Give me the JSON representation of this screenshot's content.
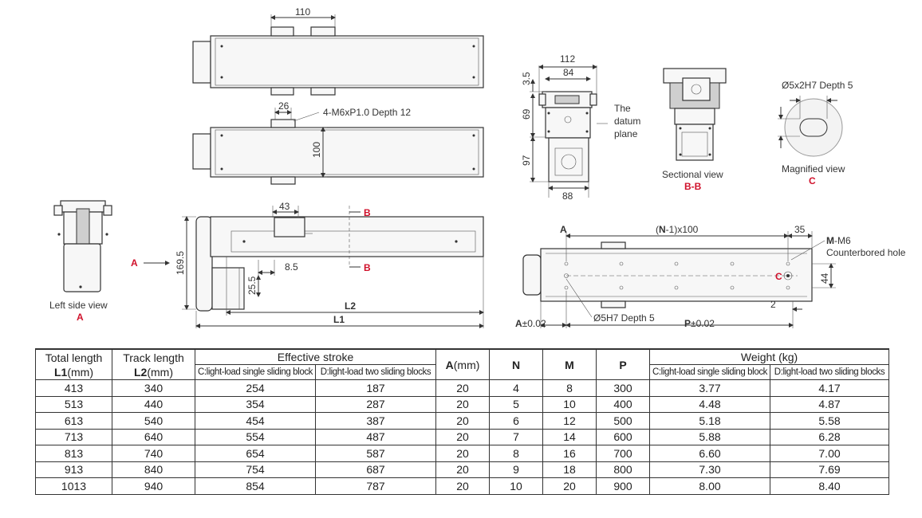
{
  "drawing": {
    "top_view": {
      "dims": {
        "block_width": "110"
      }
    },
    "top_view_2": {
      "dims": {
        "hole_spacing": "26",
        "track_width": "100"
      },
      "note": "4-M6xP1.0 Depth 12"
    },
    "end_view": {
      "dims": {
        "width_top": "112",
        "width_inner": "84",
        "h_top": "3.5",
        "h_mid": "69",
        "h_bottom": "97",
        "width_bottom": "88"
      },
      "datum_note": [
        "The",
        "datum",
        "plane"
      ]
    },
    "sectional_view": {
      "caption": "Sectional view",
      "label": "B-B"
    },
    "magnified_view": {
      "caption": "Magnified view",
      "label": "C",
      "note": "Ø5x2H7 Depth 5"
    },
    "left_side_view": {
      "caption": "Left side view",
      "label": "A"
    },
    "side_view": {
      "dims": {
        "block": "43",
        "height": "169.5",
        "offset": "8.5",
        "base": "25.5"
      },
      "labels": {
        "L2": "L2",
        "L1": "L1",
        "B_top": "B",
        "B_bottom": "B",
        "A_arrow": "A"
      }
    },
    "bottom_view": {
      "dims": {
        "pitch_prefix": "(",
        "pitch_N": "N",
        "pitch_suffix": "-1)x100",
        "edge": "35",
        "width": "44",
        "small": "2",
        "A_tol": "A",
        "A_tol_val": "±0.02",
        "P_tol": "P",
        "P_tol_val": "±0.02"
      },
      "labels": {
        "A": "A",
        "C": "C",
        "M": "M",
        "M_rest": "-M6",
        "counterbore": "Counterbored hole",
        "pin_hole": "Ø5H7 Depth 5"
      }
    }
  },
  "table": {
    "headers": {
      "total_length": "Total length",
      "total_length_sym": "L1",
      "total_length_unit": "(mm)",
      "track_length": "Track length",
      "track_length_sym": "L2",
      "track_length_unit": "(mm)",
      "effective_stroke": "Effective stroke",
      "stroke_c": "C:light-load single sliding block",
      "stroke_d": "D:light-load two sliding blocks",
      "a": "A",
      "a_unit": "(mm)",
      "n": "N",
      "m": "M",
      "p": "P",
      "weight": "Weight (kg)",
      "weight_c": "C:light-load single sliding block",
      "weight_d": "D:light-load two sliding blocks"
    },
    "rows": [
      [
        "413",
        "340",
        "254",
        "187",
        "20",
        "4",
        "8",
        "300",
        "3.77",
        "4.17"
      ],
      [
        "513",
        "440",
        "354",
        "287",
        "20",
        "5",
        "10",
        "400",
        "4.48",
        "4.87"
      ],
      [
        "613",
        "540",
        "454",
        "387",
        "20",
        "6",
        "12",
        "500",
        "5.18",
        "5.58"
      ],
      [
        "713",
        "640",
        "554",
        "487",
        "20",
        "7",
        "14",
        "600",
        "5.88",
        "6.28"
      ],
      [
        "813",
        "740",
        "654",
        "587",
        "20",
        "8",
        "16",
        "700",
        "6.60",
        "7.00"
      ],
      [
        "913",
        "840",
        "754",
        "687",
        "20",
        "9",
        "18",
        "800",
        "7.30",
        "7.69"
      ],
      [
        "1013",
        "940",
        "854",
        "787",
        "20",
        "10",
        "20",
        "900",
        "8.00",
        "8.40"
      ]
    ]
  }
}
